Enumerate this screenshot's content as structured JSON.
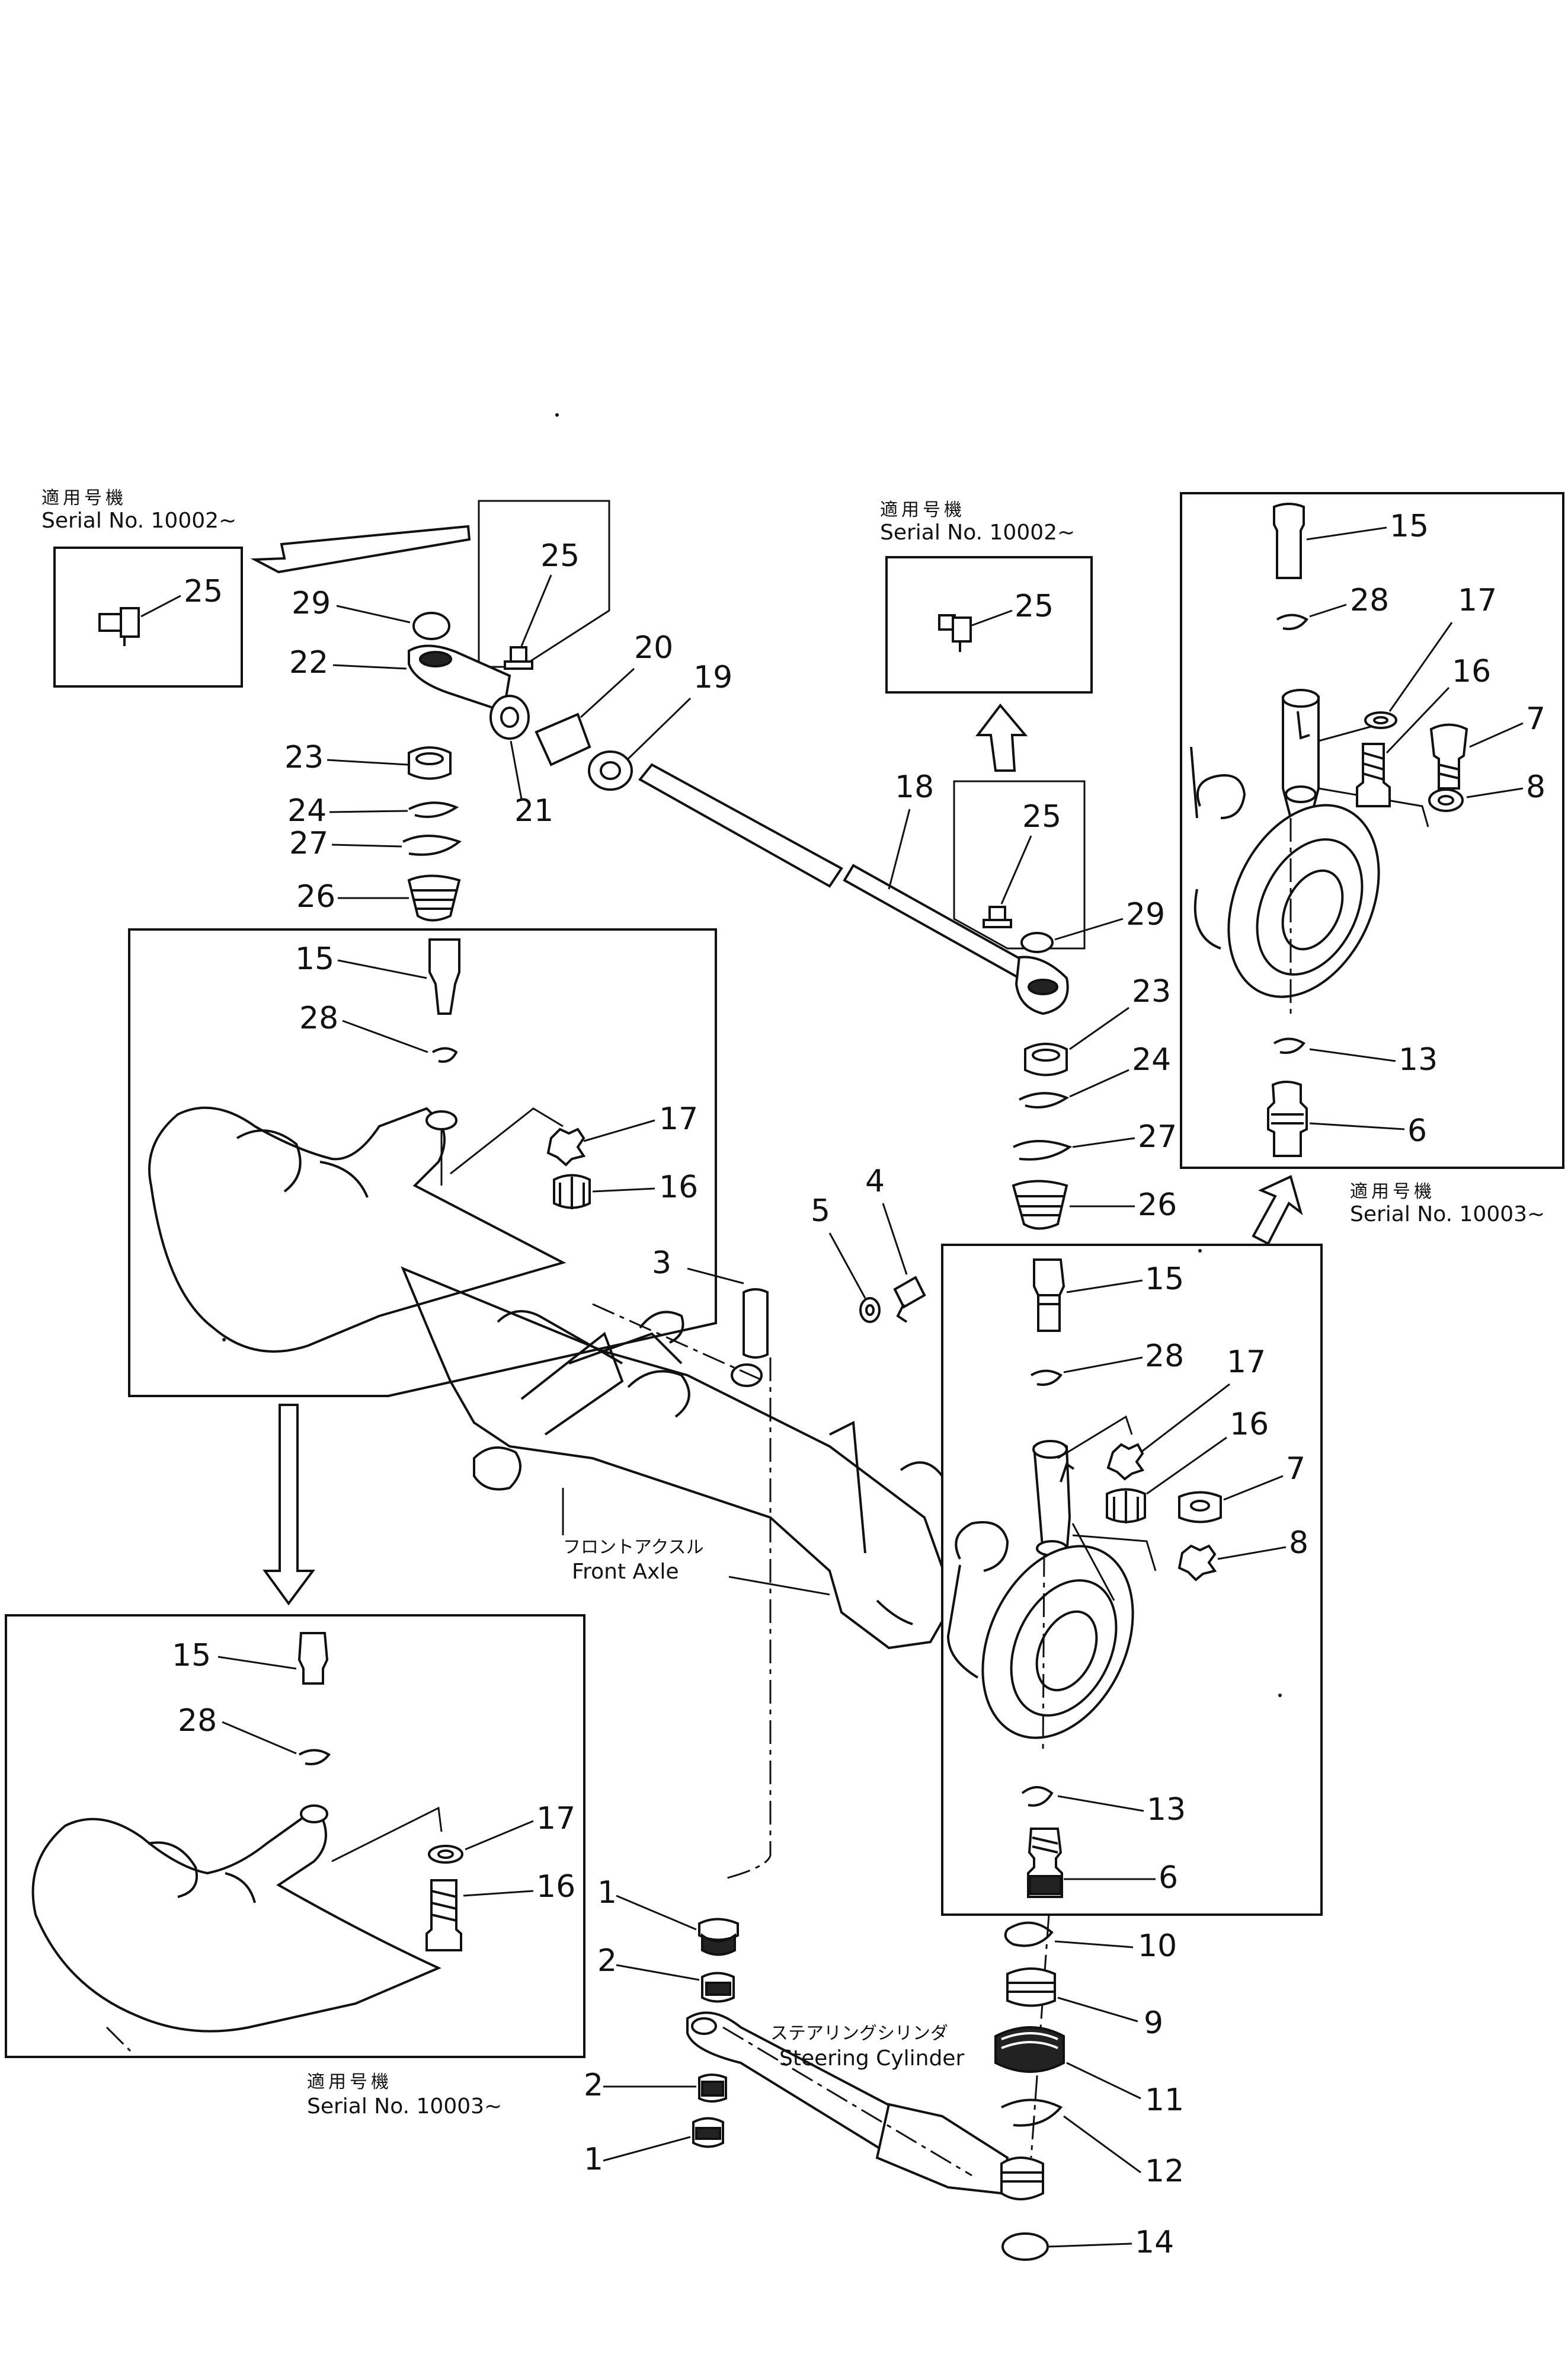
{
  "serial_notes": {
    "top_left": {
      "jp": "適用号機",
      "en": "Serial No. 10002~"
    },
    "top_mid": {
      "jp": "適用号機",
      "en": "Serial No. 10002~"
    },
    "right_mid": {
      "jp": "適用号機",
      "en": "Serial No. 10003~"
    },
    "bottom_left": {
      "jp": "適用号機",
      "en": "Serial No. 10003~"
    }
  },
  "captions": {
    "front_axle": {
      "jp": "フロントアクスル",
      "en": "Front Axle"
    },
    "steering_cylinder": {
      "jp": "ステアリングシリンダ",
      "en": "Steering Cylinder"
    }
  },
  "labels": {
    "l25a": "25",
    "l25b": "25",
    "l25c": "25",
    "l25d": "25",
    "l29a": "29",
    "l29b": "29",
    "l22": "22",
    "l20": "20",
    "l19": "19",
    "l21": "21",
    "l18": "18",
    "l23a": "23",
    "l23b": "23",
    "l24a": "24",
    "l24b": "24",
    "l27a": "27",
    "l27b": "27",
    "l26a": "26",
    "l26b": "26",
    "l15a": "15",
    "l15b": "15",
    "l15c": "15",
    "l15d": "15",
    "l28a": "28",
    "l28b": "28",
    "l28c": "28",
    "l28d": "28",
    "l17a": "17",
    "l17b": "17",
    "l17c": "17",
    "l17d": "17",
    "l16a": "16",
    "l16b": "16",
    "l16c": "16",
    "l16d": "16",
    "l7a": "7",
    "l7b": "7",
    "l8a": "8",
    "l8b": "8",
    "l13a": "13",
    "l13b": "13",
    "l6a": "6",
    "l6b": "6",
    "l3": "3",
    "l4": "4",
    "l5": "5",
    "l1a": "1",
    "l1b": "1",
    "l2a": "2",
    "l2b": "2",
    "l10": "10",
    "l9": "9",
    "l11": "11",
    "l12": "12",
    "l14": "14"
  }
}
